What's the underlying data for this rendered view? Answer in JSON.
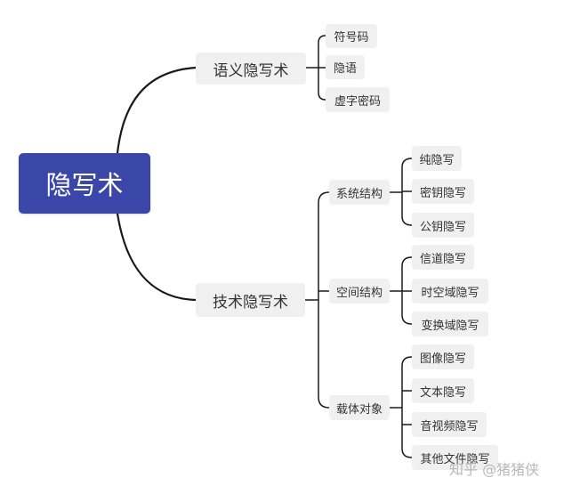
{
  "root": {
    "label": "隐写术"
  },
  "semantic": {
    "label": "语义隐写术",
    "children": [
      "符号码",
      "隐语",
      "虚字密码"
    ]
  },
  "technical": {
    "label": "技术隐写术",
    "system": {
      "label": "系统结构",
      "children": [
        "纯隐写",
        "密钥隐写",
        "公钥隐写"
      ]
    },
    "space": {
      "label": "空间结构",
      "children": [
        "信道隐写",
        "时空域隐写",
        "变换域隐写"
      ]
    },
    "carrier": {
      "label": "载体对象",
      "children": [
        "图像隐写",
        "文本隐写",
        "音视频隐写",
        "其他文件隐写"
      ]
    }
  },
  "watermark": "知乎 @猪猪侠",
  "colors": {
    "root_bg": "#3a47a8",
    "node_bg": "#f0f0f0",
    "line": "#1a1a1a"
  }
}
